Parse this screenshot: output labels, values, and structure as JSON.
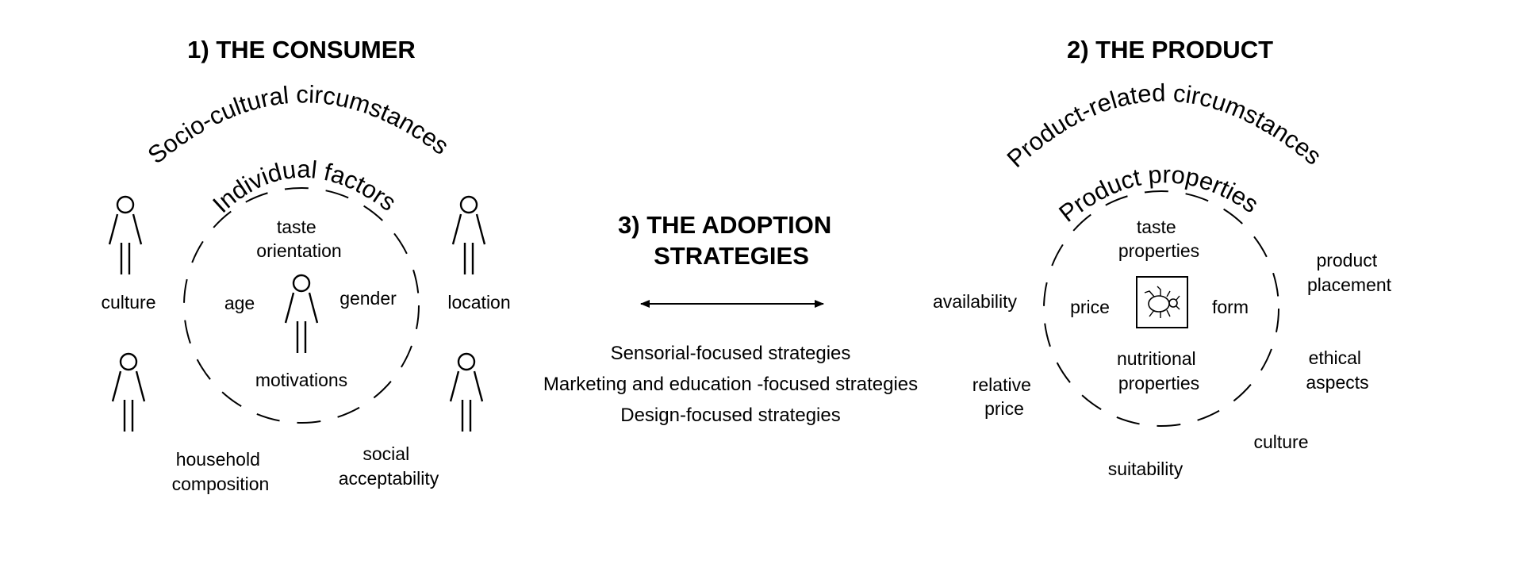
{
  "colors": {
    "ink": "#000000",
    "background": "#ffffff"
  },
  "consumer": {
    "heading": "1) THE CONSUMER",
    "outer_arc_label": "Socio-cultural circumstances",
    "inner_arc_label": "Individual factors",
    "inner_items": {
      "taste_orientation": [
        "taste",
        "orientation"
      ],
      "age": "age",
      "gender": "gender",
      "motivations": "motivations"
    },
    "outer_items": {
      "culture": "culture",
      "location": "location",
      "household_composition": [
        "household",
        "composition"
      ],
      "social_acceptability": [
        "social",
        "acceptability"
      ]
    },
    "icons": [
      "person-icon"
    ]
  },
  "product": {
    "heading": "2) THE PRODUCT",
    "outer_arc_label": "Product-related circumstances",
    "inner_arc_label": "Product properties",
    "inner_items": {
      "taste_properties": [
        "taste",
        "properties"
      ],
      "price": "price",
      "form": "form",
      "nutritional_properties": [
        "nutritional",
        "properties"
      ]
    },
    "outer_items": {
      "availability": "availability",
      "product_placement": [
        "product",
        "placement"
      ],
      "relative_price": [
        "relative",
        "price"
      ],
      "ethical_aspects": [
        "ethical",
        "aspects"
      ],
      "culture": "culture",
      "suitability": "suitability"
    },
    "icons": [
      "insect-icon"
    ]
  },
  "adoption": {
    "heading": [
      "3) THE ADOPTION",
      "STRATEGIES"
    ],
    "strategies": [
      "Sensorial-focused strategies",
      "Marketing and education -focused strategies",
      "Design-focused strategies"
    ],
    "icons": [
      "double-arrow-icon"
    ]
  }
}
